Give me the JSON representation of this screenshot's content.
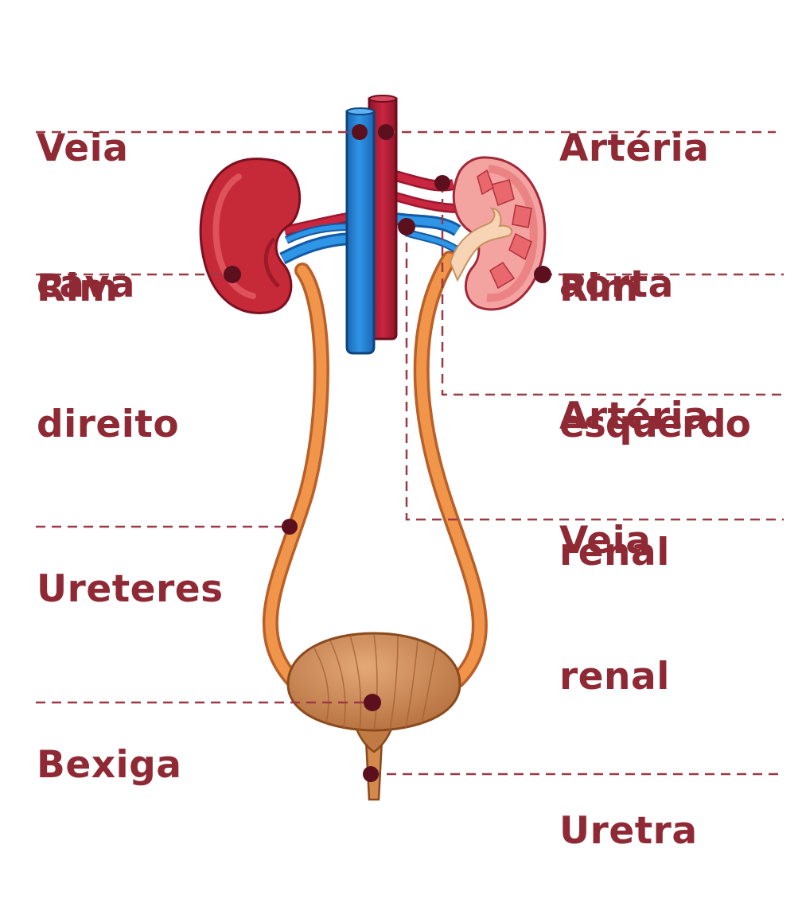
{
  "colors": {
    "label": "#8f2a35",
    "leader_line": "#9b3a44",
    "marker": "#5c0f1d",
    "vein": "#1e7fd0",
    "artery": "#b81d3a",
    "ureter": "#e9843b",
    "bladder": "#c98652",
    "kidney_right": "#c92b3b",
    "kidney_left_cortex": "#f08f8f"
  },
  "labels": {
    "veia_cava": {
      "line1": "Veia",
      "line2": "cava"
    },
    "arteria_aorta": {
      "line1": "Artéria",
      "line2": "aorta"
    },
    "rim_direito": {
      "line1": "Rim",
      "line2": "direito"
    },
    "rim_esquerdo": {
      "line1": "Rim",
      "line2": "esquerdo"
    },
    "arteria_renal": {
      "line1": "Artéria",
      "line2": "renal"
    },
    "veia_renal": {
      "line1": "Veia",
      "line2": "renal"
    },
    "ureteres": {
      "line1": "Ureteres"
    },
    "bexiga": {
      "line1": "Bexiga"
    },
    "uretra": {
      "line1": "Uretra"
    }
  }
}
